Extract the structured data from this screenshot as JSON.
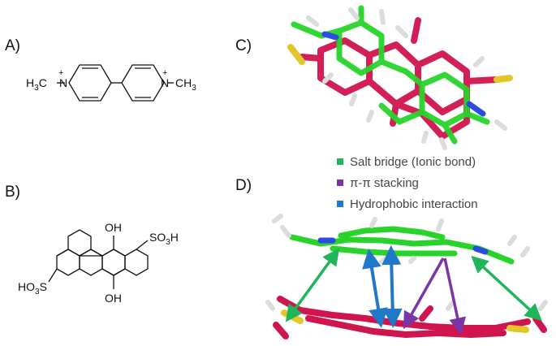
{
  "panels": {
    "a": "A)",
    "b": "B)",
    "c": "C)",
    "d": "D)"
  },
  "legend": [
    {
      "label": "Salt bridge (Ionic bond)",
      "color": "#1fb55a"
    },
    {
      "label": "π-π stacking",
      "color": "#7a35a8"
    },
    {
      "label": "Hydrophobic interaction",
      "color": "#1f78c8"
    }
  ],
  "molecule_a": {
    "left_group": "H3C",
    "right_group": "CH3",
    "nitrogen": "N",
    "charge": "+"
  },
  "molecule_b": {
    "top_oh": "OH",
    "bottom_oh": "OH",
    "right_group": "SO3H",
    "left_group": "HO3S"
  }
}
